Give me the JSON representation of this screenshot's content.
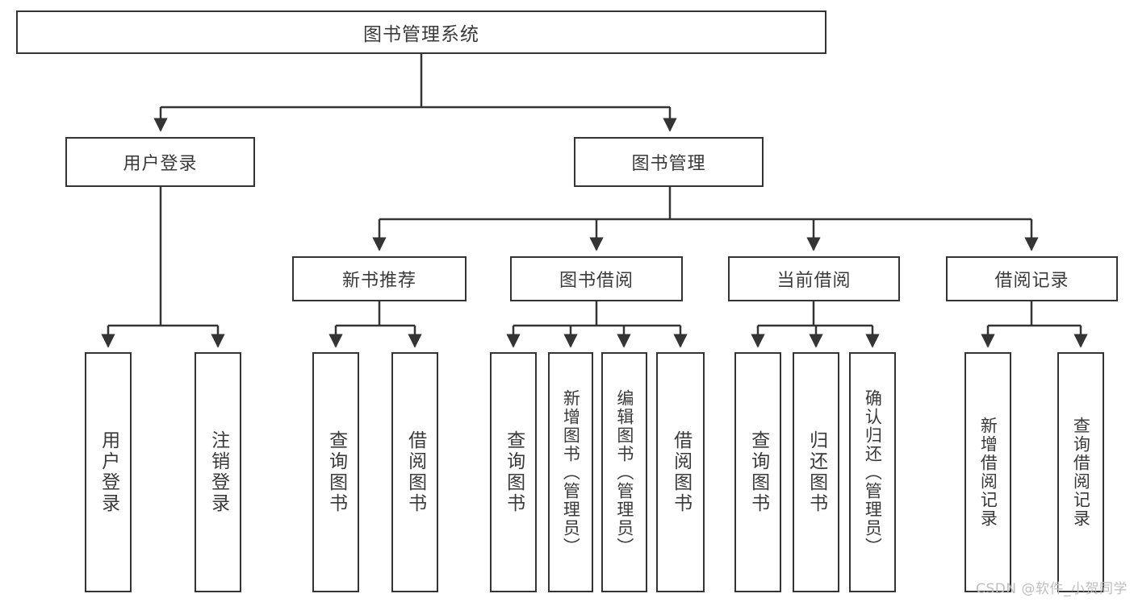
{
  "diagram": {
    "title": "图书管理系统",
    "root": {
      "label": "图书管理系统"
    },
    "level1": [
      {
        "label": "用户登录"
      },
      {
        "label": "图书管理"
      }
    ],
    "level2": [
      {
        "label": "新书推荐"
      },
      {
        "label": "图书借阅"
      },
      {
        "label": "当前借阅"
      },
      {
        "label": "借阅记录"
      }
    ],
    "leaves": {
      "user_login": [
        {
          "label": "用户登录"
        },
        {
          "label": "注销登录"
        }
      ],
      "new_book_recommend": [
        {
          "label": "查询图书"
        },
        {
          "label": "借阅图书"
        }
      ],
      "book_borrow": [
        {
          "label": "查询图书"
        },
        {
          "label": "新增图书（管理员）"
        },
        {
          "label": "编辑图书（管理员）"
        },
        {
          "label": "借阅图书"
        }
      ],
      "current_borrow": [
        {
          "label": "查询图书"
        },
        {
          "label": "归还图书"
        },
        {
          "label": "确认归还（管理员）"
        }
      ],
      "borrow_record": [
        {
          "label": "新增借阅记录"
        },
        {
          "label": "查询借阅记录"
        }
      ]
    }
  },
  "watermark": {
    "text": "CSDN @软件_小贺同学"
  },
  "colors": {
    "border": "#343434",
    "text": "#3a3a3a",
    "background": "#ffffff",
    "watermark": "#bfbfbf"
  }
}
